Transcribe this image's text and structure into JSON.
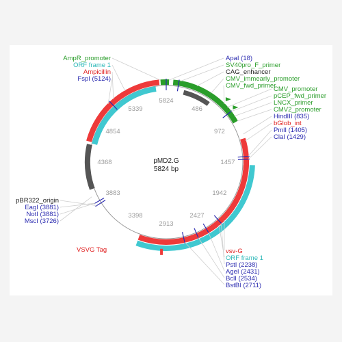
{
  "plasmid": {
    "name": "pMD2.G",
    "size": "5824 bp"
  },
  "ticks": [
    "5824",
    "486",
    "972",
    "1457",
    "1942",
    "2427",
    "2913",
    "3398",
    "3883",
    "4368",
    "4854",
    "5339"
  ],
  "labels": {
    "top_left": [
      {
        "text": "AmpR_promoter",
        "color": "#2a9d2a"
      },
      {
        "text": "ORF frame 1",
        "color": "#2ab7b7"
      },
      {
        "text": "Ampicillin",
        "color": "#e02020"
      },
      {
        "text": "FspI (5124)",
        "color": "#2b2bb0"
      }
    ],
    "top_right": [
      {
        "text": "ApaI (18)",
        "color": "#2b2bb0"
      },
      {
        "text": "SV40pro_F_primer",
        "color": "#2a9d2a"
      },
      {
        "text": "CAG_enhancer",
        "color": "#222222"
      },
      {
        "text": "CMV_immearly_promoter",
        "color": "#2a9d2a"
      },
      {
        "text": "CMV_fwd_primer",
        "color": "#2a9d2a"
      }
    ],
    "right_mid": [
      {
        "text": "CMV_promoter",
        "color": "#2a9d2a"
      },
      {
        "text": "pCEP_fwd_primer",
        "color": "#2a9d2a"
      },
      {
        "text": "LNCX_primer",
        "color": "#2a9d2a"
      },
      {
        "text": "CMV2_promoter",
        "color": "#2a9d2a"
      },
      {
        "text": "HindIII (835)",
        "color": "#2b2bb0"
      },
      {
        "text": "bGlob_int",
        "color": "#e02020"
      },
      {
        "text": "PmlI (1405)",
        "color": "#2b2bb0"
      },
      {
        "text": "ClaI (1429)",
        "color": "#2b2bb0"
      }
    ],
    "left_mid": [
      {
        "text": "pBR322_origin",
        "color": "#222222"
      },
      {
        "text": "EagI (3881)",
        "color": "#2b2bb0"
      },
      {
        "text": "NotI (3881)",
        "color": "#2b2bb0"
      },
      {
        "text": "MscI (3726)",
        "color": "#2b2bb0"
      }
    ],
    "vsvg_tag": {
      "text": "VSVG Tag",
      "color": "#e02020"
    },
    "bottom_right": [
      {
        "text": "vsv-G",
        "color": "#e02020"
      },
      {
        "text": "ORF frame 1",
        "color": "#2ab7b7"
      },
      {
        "text": "PstI (2238)",
        "color": "#2b2bb0"
      },
      {
        "text": "AgeI (2431)",
        "color": "#2b2bb0"
      },
      {
        "text": "BclI (2534)",
        "color": "#2b2bb0"
      },
      {
        "text": "BstBI (2711)",
        "color": "#2b2bb0"
      }
    ]
  },
  "colors": {
    "promoter": "#2a9d2a",
    "orf": "#40c8d0",
    "gene": "#ee3a3a",
    "origin": "#555555",
    "site": "#2b2bb0"
  }
}
